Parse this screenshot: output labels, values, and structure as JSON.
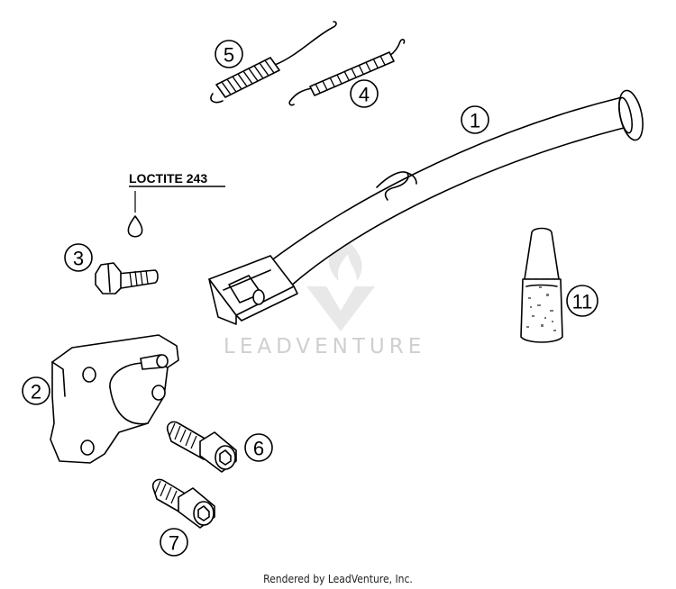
{
  "callouts": {
    "c1": "1",
    "c2": "2",
    "c3": "3",
    "c4": "4",
    "c5": "5",
    "c6": "6",
    "c7": "7",
    "c11": "11"
  },
  "note": "LOCTITE 243",
  "watermark": "LEADVENTURE",
  "footer": "Rendered by LeadVenture, Inc.",
  "colors": {
    "line": "#000000",
    "watermark": "#cfcfcf",
    "background": "#ffffff"
  }
}
